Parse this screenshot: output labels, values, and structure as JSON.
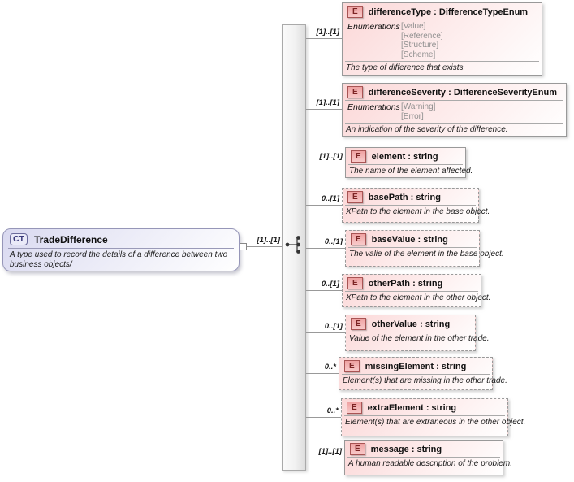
{
  "diagram": {
    "root": {
      "badge": "CT",
      "title": "TradeDifference",
      "description": "A type used to record the details of a difference between two business objects/",
      "cardinality": "[1]..[1]"
    },
    "sequence_icon": "sequence-indicator",
    "elements": [
      {
        "badge": "E",
        "title": "differenceType : DifferenceTypeEnum",
        "cardinality": "[1]..[1]",
        "optional": false,
        "enumerations": {
          "label": "Enumerations",
          "values": [
            "[Value]",
            "[Reference]",
            "[Structure]",
            "[Scheme]"
          ]
        },
        "description": "The type of difference that exists."
      },
      {
        "badge": "E",
        "title": "differenceSeverity : DifferenceSeverityEnum",
        "cardinality": "[1]..[1]",
        "optional": false,
        "enumerations": {
          "label": "Enumerations",
          "values": [
            "[Warning]",
            "[Error]"
          ]
        },
        "description": "An indication of the severity of the difference."
      },
      {
        "badge": "E",
        "title": "element  : string",
        "cardinality": "[1]..[1]",
        "optional": false,
        "description": "The name of the element affected."
      },
      {
        "badge": "E",
        "title": "basePath : string",
        "cardinality": "0..[1]",
        "optional": true,
        "description": "XPath to the element in the base object."
      },
      {
        "badge": "E",
        "title": "baseValue : string",
        "cardinality": "0..[1]",
        "optional": true,
        "description": "The valie of the element in the base object."
      },
      {
        "badge": "E",
        "title": "otherPath : string",
        "cardinality": "0..[1]",
        "optional": true,
        "description": "XPath to the element in the other object."
      },
      {
        "badge": "E",
        "title": "otherValue : string",
        "cardinality": "0..[1]",
        "optional": true,
        "description": "Value of the element in the other trade."
      },
      {
        "badge": "E",
        "title": "missingElement : string",
        "cardinality": "0..*",
        "optional": true,
        "description": "Element(s) that are missing in the other trade."
      },
      {
        "badge": "E",
        "title": "extraElement : string",
        "cardinality": "0..*",
        "optional": true,
        "description": "Element(s) that are extraneous in the other object."
      },
      {
        "badge": "E",
        "title": "message : string",
        "cardinality": "[1]..[1]",
        "optional": false,
        "description": "A human readable description of the problem."
      }
    ]
  },
  "colors": {
    "element_fill": "#fbd7d7",
    "element_border": "#999999",
    "complextype_fill": "#d9d9f0",
    "complextype_border": "#9696b8",
    "badge_e_fill": "#efa2a2",
    "badge_e_text": "#7c2424",
    "badge_ct_text": "#3a3a7a",
    "enum_value_text": "#8f8f8f",
    "connector": "#999999"
  }
}
